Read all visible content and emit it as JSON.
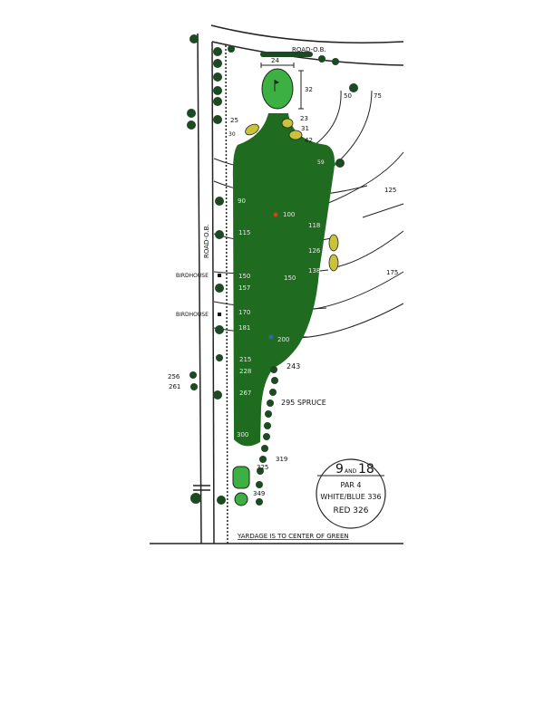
{
  "road_top_label": "ROAD-O.B.",
  "road_side_label": "ROAD-O.B.",
  "green": {
    "width": "24",
    "depth": "32"
  },
  "bunker_labels": [
    "25",
    "30",
    "23",
    "31",
    "42"
  ],
  "arc_labels": [
    "50",
    "75",
    "125",
    "175"
  ],
  "tree_labels": [
    "59",
    "243",
    "256",
    "261",
    "319",
    "325",
    "349"
  ],
  "spruce_label": "295 SPRUCE",
  "birdhouse_labels": [
    "BIRDHOUSE",
    "BIRDHOUSE"
  ],
  "fairway_labels": [
    "90",
    "100",
    "115",
    "118",
    "126",
    "138",
    "150",
    "150",
    "157",
    "170",
    "181",
    "200",
    "215",
    "228",
    "267",
    "300"
  ],
  "info_box": {
    "hole": "9",
    "and": "AND",
    "hole2": "18",
    "par": "PAR 4",
    "white_blue": "WHITE/BLUE 336",
    "red": "RED 326"
  },
  "footer_note": "YARDAGE IS TO CENTER OF GREEN",
  "colors": {
    "fairway": "#1f6b1f",
    "green": "#3cb043",
    "bunker": "#c9c23a",
    "tree": "#1d4a22"
  }
}
